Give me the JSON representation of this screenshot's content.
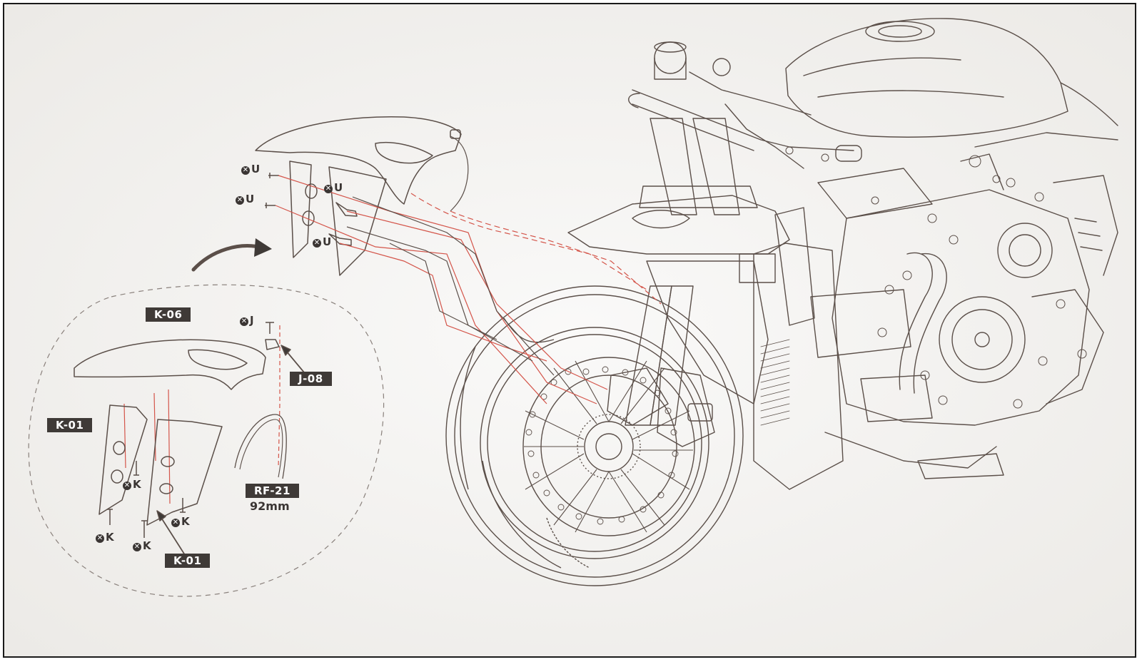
{
  "parts": {
    "k06": "K-06",
    "k01_left": "K-01",
    "k01_bottom": "K-01",
    "j08": "J-08",
    "rf21": "RF-21",
    "rf21_length": "92mm"
  },
  "fasteners": {
    "u1": "U",
    "u2": "U",
    "u3": "U",
    "u4": "U",
    "j": "J",
    "k1": "K",
    "k2": "K",
    "k3": "K",
    "k4": "K"
  },
  "colors": {
    "line": "#5b4f49",
    "guide": "#d4554a",
    "tag_bg": "#3f3a37",
    "paper": "#f4f3f1"
  }
}
